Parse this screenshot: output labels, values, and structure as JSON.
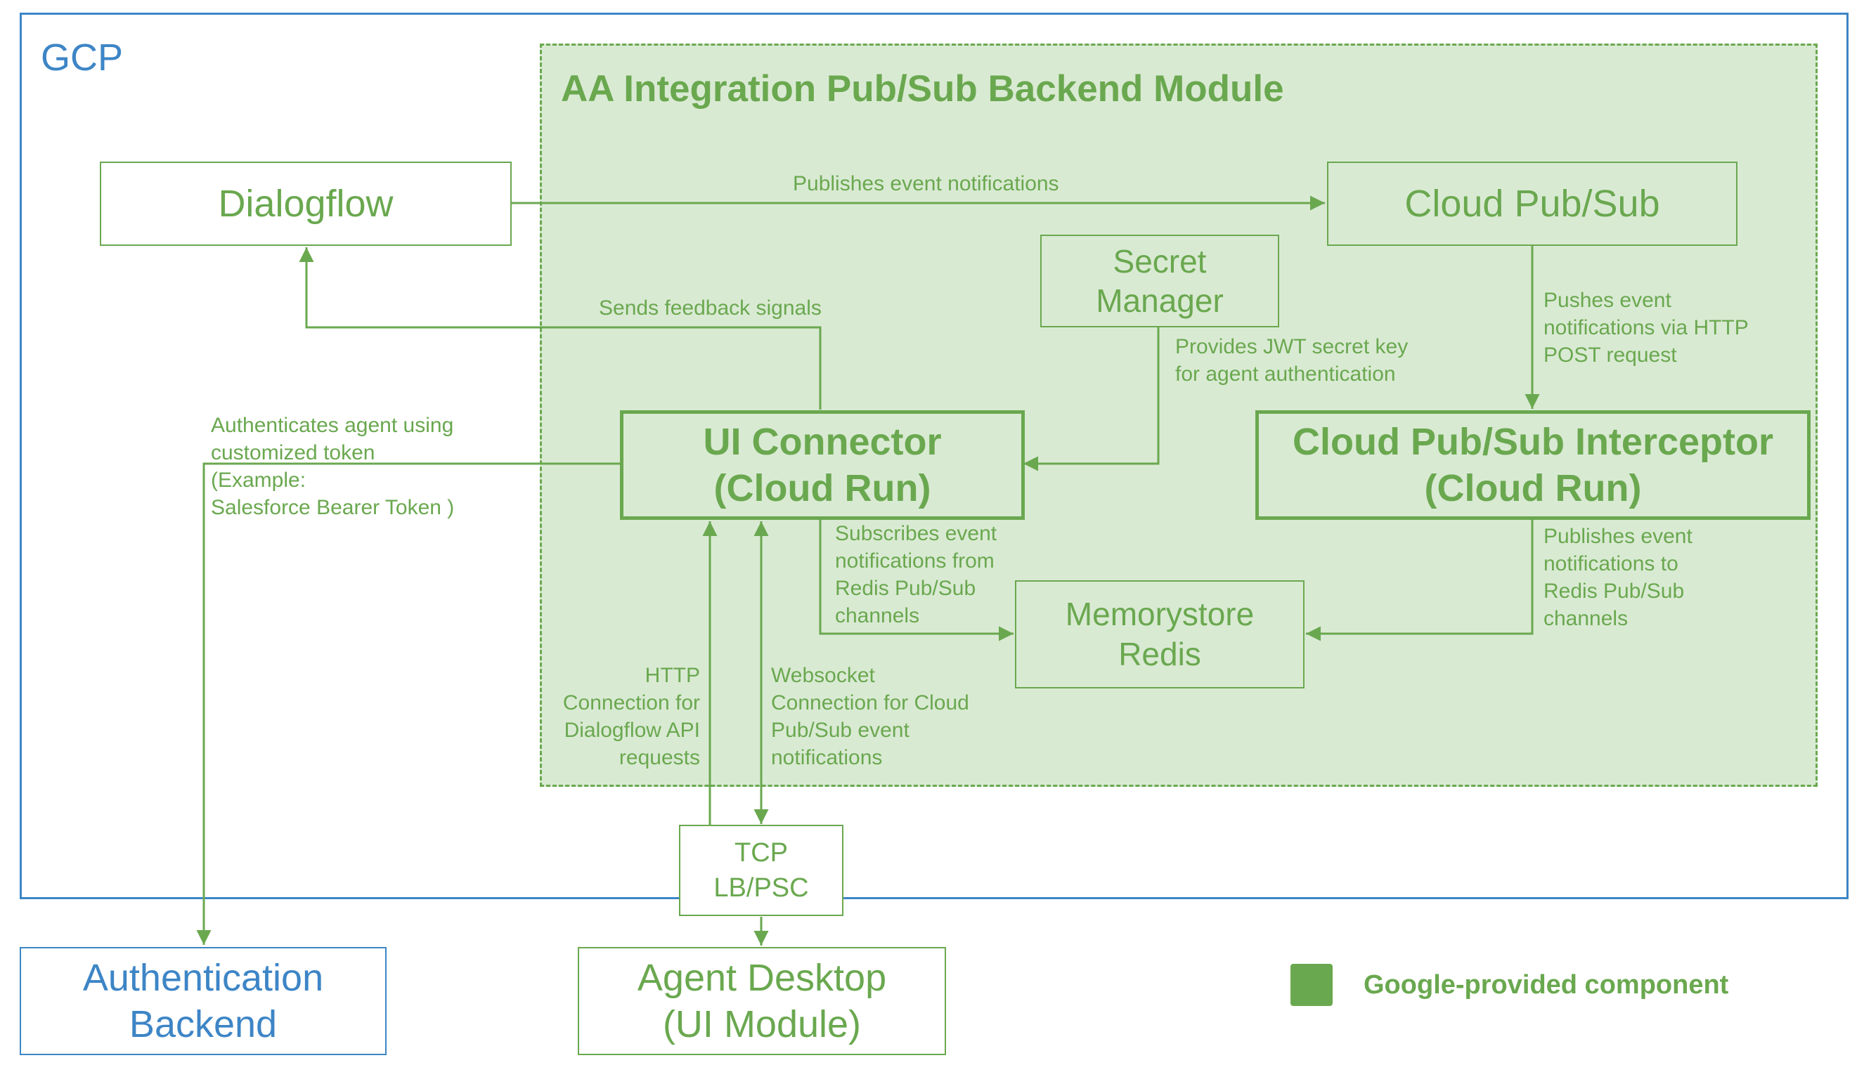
{
  "colors": {
    "green": "#6aa84f",
    "green_fill": "#d9ead3",
    "blue": "#3d85c6"
  },
  "gcp_label": "GCP",
  "module_title": "AA Integration Pub/Sub Backend Module",
  "nodes": {
    "dialogflow": "Dialogflow",
    "cloud_pubsub": "Cloud Pub/Sub",
    "secret_manager": [
      "Secret",
      "Manager"
    ],
    "ui_connector": [
      "UI Connector",
      "(Cloud Run)"
    ],
    "interceptor": [
      "Cloud Pub/Sub Interceptor",
      "(Cloud Run)"
    ],
    "memorystore": [
      "Memorystore",
      "Redis"
    ],
    "tcp_lb": [
      "TCP",
      "LB/PSC"
    ],
    "auth_backend": [
      "Authentication",
      "Backend"
    ],
    "agent_desktop": [
      "Agent Desktop",
      "(UI Module)"
    ]
  },
  "edge_labels": {
    "publishes": "Publishes event notifications",
    "feedback": "Sends feedback signals",
    "jwt": [
      "Provides JWT secret key",
      "for agent authentication"
    ],
    "pushes": [
      "Pushes event",
      "notifications via HTTP",
      "POST request"
    ],
    "authenticates": [
      "Authenticates agent using",
      "customized token",
      "(Example:",
      "Salesforce Bearer Token )"
    ],
    "subscribes": [
      "Subscribes event",
      "notifications from",
      "Redis Pub/Sub",
      "channels"
    ],
    "publishes_redis": [
      "Publishes event",
      "notifications to",
      "Redis Pub/Sub",
      "channels"
    ],
    "http": [
      "HTTP",
      "Connection for",
      "Dialogflow API",
      "requests"
    ],
    "websocket": [
      "Websocket",
      "Connection for Cloud",
      "Pub/Sub event",
      "notifications"
    ]
  },
  "legend": {
    "label": "Google-provided component",
    "swatch_color": "#6aa84f"
  }
}
